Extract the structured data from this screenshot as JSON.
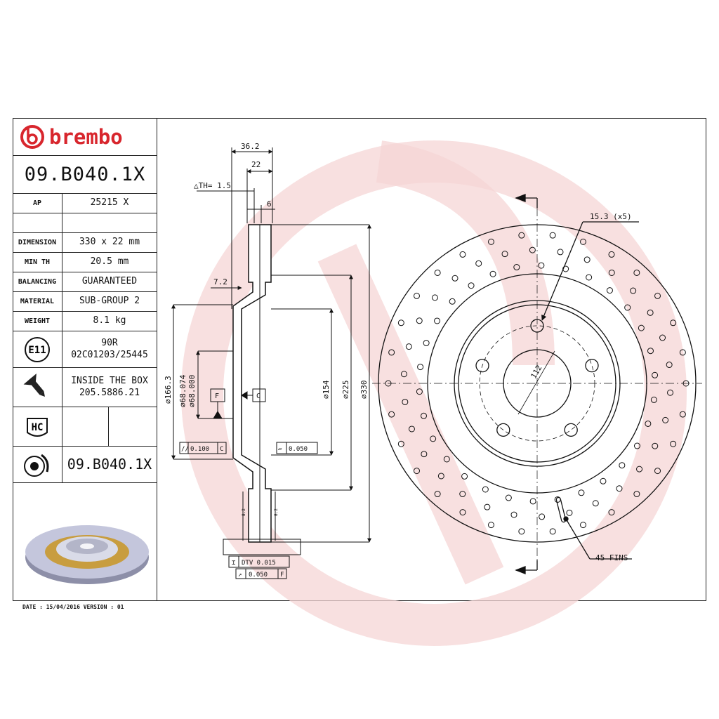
{
  "brand": {
    "name": "brembo",
    "color": "#d8262d"
  },
  "part_number": "09.B040.1X",
  "specs": {
    "ap_label": "AP",
    "ap_value": "25215 X",
    "dimension_label": "DIMENSION",
    "dimension_value": "330 x 22 mm",
    "minth_label": "MIN TH",
    "minth_value": "20.5 mm",
    "balancing_label": "BALANCING",
    "balancing_value": "GUARANTEED",
    "material_label": "MATERIAL",
    "material_value": "SUB-GROUP 2",
    "weight_label": "WEIGHT",
    "weight_value": "8.1 kg",
    "e11_badge": "E11",
    "homologation_line1": "90R",
    "homologation_line2": "02C01203/25445",
    "inside_line1": "INSIDE THE BOX",
    "inside_line2": "205.5886.21",
    "hc_badge": "HC",
    "part_number_repeat": "09.B040.1X"
  },
  "footer": "DATE : 15/04/2016 VERSION : 01",
  "section_dims": {
    "width_total": "36.2",
    "width_disc": "22",
    "th": "△TH= 1.5",
    "six": "6",
    "seven_two": "7.2",
    "d166": "⌀166.3",
    "d68a": "⌀68.074",
    "d68b": "⌀68.000",
    "d154": "⌀154",
    "d225": "⌀225",
    "d330": "⌀330",
    "datum_f": "F",
    "datum_c": "C",
    "tol_parallel": "0.100",
    "tol_parallel_ref": "C",
    "tol_flat": "0.050",
    "dtv": "DTV 0.015",
    "runout": "0.050",
    "runout_ref": "F",
    "small_a": "8.2",
    "small_b": "8.2"
  },
  "front_view": {
    "holes_label": "15.3 (x5)",
    "pcd_label": "112",
    "fins_label": "45 FINS"
  },
  "icons": [
    "brembo-logo-icon",
    "screw-icon",
    "hc-icon",
    "wear-sensor-icon",
    "disc-render-icon"
  ]
}
